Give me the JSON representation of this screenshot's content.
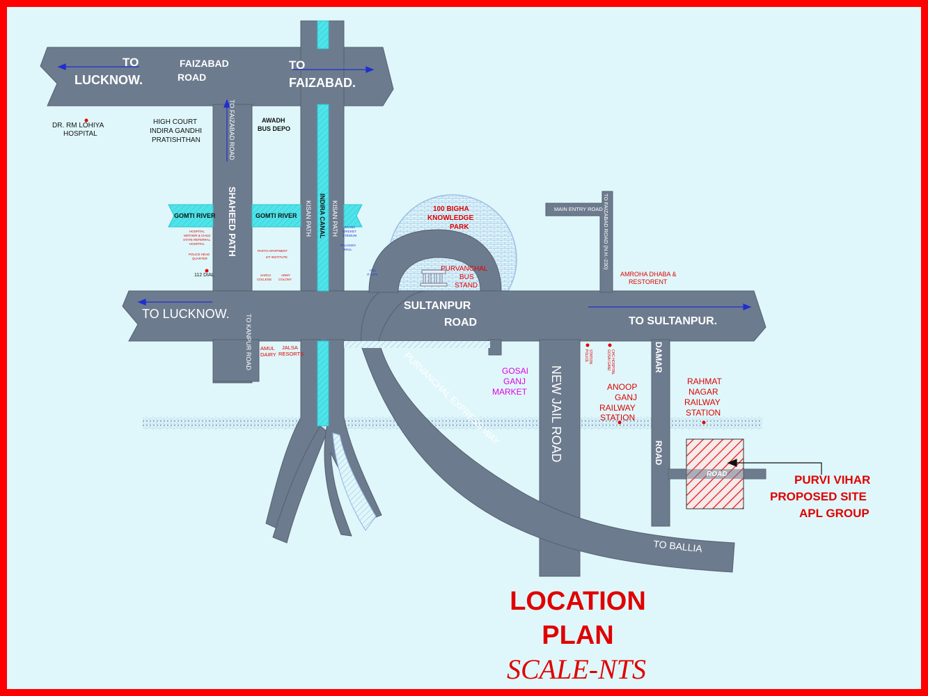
{
  "colors": {
    "frame": "#ff0000",
    "background": "#dff7fa",
    "road": "#6d7b8e",
    "water": "#4fe3ea",
    "site_hatch": "#e83535",
    "arrow": "#1e2fd0"
  },
  "road_labels": {
    "to_lucknow_top_1": "TO",
    "to_lucknow_top_2": "LUCKNOW.",
    "faizabad_road_1": "FAIZABAD",
    "faizabad_road_2": "ROAD",
    "to_faizabad_1": "TO",
    "to_faizabad_2": "FAIZABAD.",
    "to_faizabad_road_vertical": "TO FAIZABAD ROAD",
    "shaheed_path": "SHAHEED PATH",
    "kisan_path": "KISAN PATH",
    "indira_canal": "INDIRA CANAL",
    "to_lucknow_mid": "TO LUCKNOW.",
    "to_kanpur_road": "TO KANPUR ROAD",
    "sultanpur_road_1": "SULTANPUR",
    "sultanpur_road_2": "ROAD",
    "to_sultanpur": "TO SULTANPUR.",
    "main_entry_road": "MAIN ENTRY ROAD",
    "to_faizabad_nh": "TO FAIZABAD ROAD (N.H.-230)",
    "purvanchal_expressway": "PURVANCHAL EXPRESS WAY",
    "new_jail_road": "NEW JAIL ROAD",
    "damar_1": "DAMAR",
    "damar_2": "ROAD",
    "road": "ROAD",
    "to_ballia": "TO BALLIA"
  },
  "landmarks": {
    "lohia_1": "DR. RM LOHIYA",
    "lohia_2": "HOSPITAL",
    "high_court_1": "HIGH COURT",
    "high_court_2": "INDIRA GANDHI",
    "high_court_3": "PRATISHTHAN",
    "awadh_1": "AWADH",
    "awadh_2": "BUS DEPO",
    "gomti_river": "GOMTI RIVER",
    "knowledge_park_1": "100 BIGHA",
    "knowledge_park_2": "KNOWLEDGE",
    "knowledge_park_3": "PARK",
    "bus_stand_1": "PURVANCHAL",
    "bus_stand_2": "BUS",
    "bus_stand_3": "STAND",
    "amroha_1": "AMROHA DHABA &",
    "amroha_2": "RESTORENT",
    "gosai_1": "GOSAI",
    "gosai_2": "GANJ",
    "gosai_3": "MARKET",
    "anoop_1": "ANOOP",
    "anoop_2": "GANJ",
    "anoop_3": "RAILWAY",
    "anoop_4": "STATION",
    "rahmat_1": "RAHMAT",
    "rahmat_2": "NAGAR",
    "rahmat_3": "RAILWAY",
    "rahmat_4": "STATION",
    "dial_112": "112 DIAL",
    "amul_1": "AMUL",
    "amul_2": "DAIRY",
    "jalsa_1": "JALSA",
    "jalsa_2": "RESORTS"
  },
  "small_labels": {
    "hospital_1": "HOSPITAL",
    "hospital_2": "MOTHER & CHILD",
    "hospital_3": "STATE REFERRAL",
    "hospital_4": "HOSPITAL",
    "police_1": "POLICE HEAD",
    "police_2": "QUARTER",
    "parth_1": "PARTH APARTMENT",
    "parth_2": "IIIT INSTITUTE",
    "saroj_1": "SAROJ",
    "saroj_2": "COLLEGE",
    "army_1": "ARMY",
    "army_2": "COLONY",
    "ekana_1": "EKANA",
    "ekana_2": "CRICKET",
    "ekana_3": "STEDIUM",
    "palassio_1": "PALASSIO",
    "palassio_2": "MALL",
    "hcl_1": "HCL",
    "hcl_2": "IT CITY",
    "police_station_1": "POLICE",
    "police_station_2": "STATION",
    "gosaiganj_chc_1": "GOSAI GANJ",
    "gosaiganj_chc_2": "CHC HOSPITAL"
  },
  "site": {
    "line1": "PURVI VIHAR",
    "line2": "PROPOSED SITE",
    "line3": "APL GROUP"
  },
  "title": {
    "line1": "LOCATION",
    "line2": "PLAN",
    "scale": "SCALE-NTS"
  }
}
